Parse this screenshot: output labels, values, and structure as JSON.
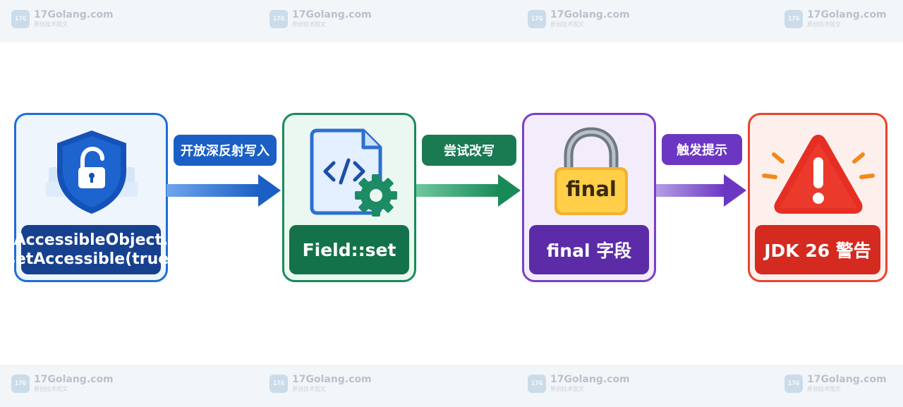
{
  "watermark": {
    "logo_text": "17G",
    "site": "17Golang.com",
    "tagline": "原创技术图文"
  },
  "flow": {
    "steps": [
      {
        "line1": "AccessibleObject.",
        "line2": "setAccessible(true)",
        "color": "#1b57b8",
        "light": "#e8f1fc",
        "label_bg": "#17408f"
      },
      {
        "line1": "Field::set",
        "line2": "",
        "color": "#1a8a5a",
        "light": "#e7f6ee",
        "label_bg": "#14724a"
      },
      {
        "line1": "final 字段",
        "line2": "",
        "color": "#7a3fc8",
        "light": "#f1eafb",
        "label_bg": "#5c2ba8"
      },
      {
        "line1": "JDK 26 警告",
        "line2": "",
        "color": "#e8442e",
        "light": "#fdeeea",
        "label_bg": "#d42a1f"
      }
    ],
    "arrows": [
      {
        "label": "开放深反射写入",
        "color": "#1b5fc4"
      },
      {
        "label": "尝试改写",
        "color": "#1a8a5a"
      },
      {
        "label": "触发提示",
        "color": "#6b37c2"
      }
    ],
    "lock_text": "final"
  }
}
